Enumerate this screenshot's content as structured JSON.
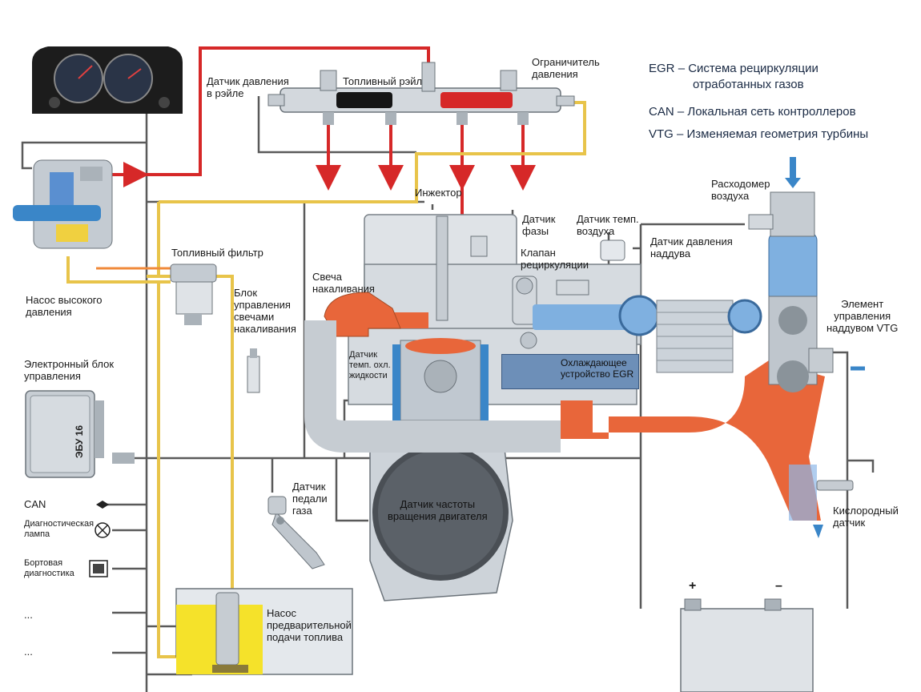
{
  "legend": {
    "egr_abbr": "EGR",
    "egr_text_1": "– Система рециркуляции",
    "egr_text_2": "отработанных газов",
    "can_abbr": "CAN",
    "can_text": "– Локальная сеть контроллеров",
    "vtg_abbr": "VTG",
    "vtg_text": "– Изменяемая геометрия турбины"
  },
  "labels": {
    "rail_pressure_sensor_1": "Датчик давления",
    "rail_pressure_sensor_2": "в рэйле",
    "fuel_rail": "Топливный рэйл",
    "pressure_limiter_1": "Ограничитель",
    "pressure_limiter_2": "давления",
    "injector": "Инжектор",
    "air_flow_meter_1": "Расходомер",
    "air_flow_meter_2": "воздуха",
    "phase_sensor_1": "Датчик",
    "phase_sensor_2": "фазы",
    "air_temp_sensor_1": "Датчик темп.",
    "air_temp_sensor_2": "воздуха",
    "boost_pressure_sensor_1": "Датчик давления",
    "boost_pressure_sensor_2": "наддува",
    "egr_valve_1": "Клапан",
    "egr_valve_2": "рециркуляции",
    "fuel_filter": "Топливный фильтр",
    "glow_plug_1": "Свеча",
    "glow_plug_2": "накаливания",
    "glow_control_1": "Блок",
    "glow_control_2": "управления",
    "glow_control_3": "свечами",
    "glow_control_4": "накаливания",
    "hp_pump_1": "Насос высокого",
    "hp_pump_2": "давления",
    "ecu_1": "Электронный блок",
    "ecu_2": "управления",
    "ecu_tag": "ЭБУ 16",
    "coolant_temp_1": "Датчик",
    "coolant_temp_2": "темп. охл.",
    "coolant_temp_3": "жидкости",
    "egr_cooler_1": "Охлаждающее",
    "egr_cooler_2": "устройство EGR",
    "vtg_element_1": "Элемент",
    "vtg_element_2": "управления",
    "vtg_element_3": "наддувом VTG",
    "pedal_sensor_1": "Датчик",
    "pedal_sensor_2": "педали",
    "pedal_sensor_3": "газа",
    "crank_sensor_1": "Датчик частоты",
    "crank_sensor_2": "вращения двигателя",
    "oxygen_sensor_1": "Кислородный",
    "oxygen_sensor_2": "датчик",
    "prefeed_pump_1": "Насос",
    "prefeed_pump_2": "предварительной",
    "prefeed_pump_3": "подачи топлива",
    "can": "CAN",
    "diag_lamp_1": "Диагностическая",
    "diag_lamp_2": "лампа",
    "obd_1": "Бортовая",
    "obd_2": "диагностика",
    "ellipsis_1": "...",
    "ellipsis_2": "...",
    "battery_plus": "+",
    "battery_minus": "–"
  },
  "colors": {
    "high_pressure_line": "#d62828",
    "fuel_line": "#e8c44a",
    "exhaust": "#e8663a",
    "intake_air": "#7fb0e0",
    "wire": "#5a5a5a",
    "block": "#d6dbe0",
    "egr_cooler": "#6d8fb8",
    "fuel_tank": "#f5e22a"
  }
}
